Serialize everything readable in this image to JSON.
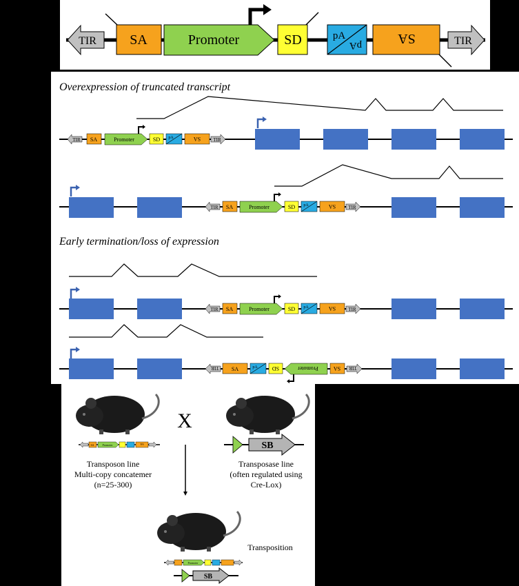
{
  "labels": {
    "tir": "TIR",
    "sa": "SA",
    "promoter": "Promoter",
    "sd": "SD",
    "pa": "pA",
    "sb": "SB",
    "cross": "X"
  },
  "sections": {
    "overexpression_title": "Overexpression of truncated transcript",
    "early_termination_title": "Early termination/loss of expression"
  },
  "captions": {
    "transposon_line": [
      "Transposon line",
      "Multi-copy concatemer",
      "(n=25-300)"
    ],
    "transposase_line": [
      "Transposase line",
      "(often regulated using",
      "Cre-Lox)"
    ],
    "transposition": "Transposition"
  },
  "colors": {
    "tir": "#c0c0c0",
    "sa": "#f6a21d",
    "promoter": "#8fd14f",
    "sd": "#ffff33",
    "pa": "#29abe2",
    "exon": "#4472c4",
    "sb": "#b4b4b4",
    "arrow_mark": "#000000"
  },
  "icons": [
    "mouse-icon",
    "transcription-start-arrow-icon"
  ]
}
